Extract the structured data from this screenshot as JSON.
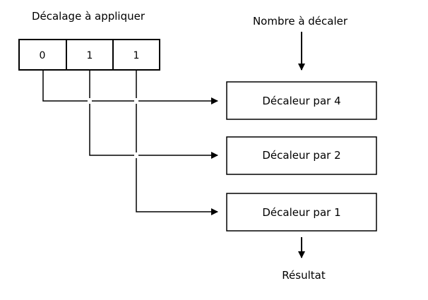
{
  "shift_label": "Décalage à appliquer",
  "input_label": "Nombre à décaler",
  "output_label": "Résultat",
  "bits": [
    "0",
    "1",
    "1"
  ],
  "shifters": [
    "Décaleur par 4",
    "Décaleur par 2",
    "Décaleur par 1"
  ]
}
